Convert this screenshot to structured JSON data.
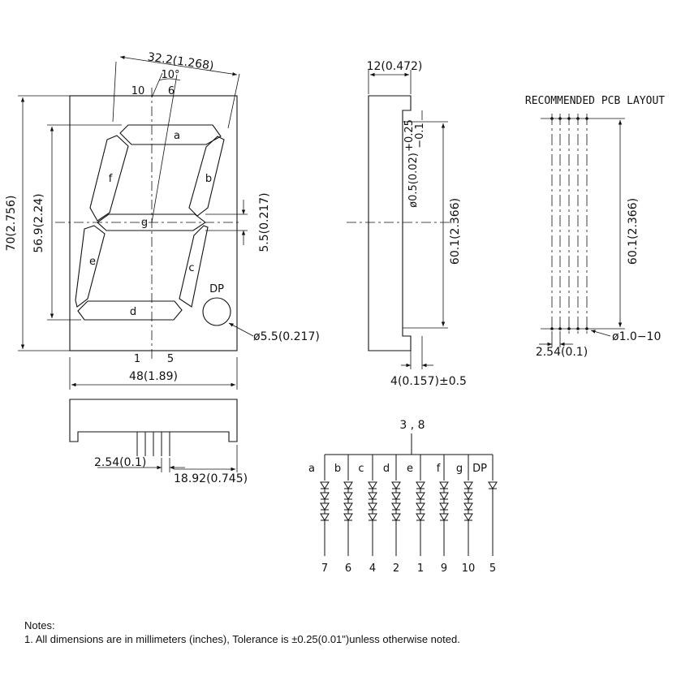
{
  "front_view": {
    "dim_width_top": "32.2(1.268)",
    "angle": "10°",
    "pin_top_left": "10",
    "pin_top_right": "6",
    "segments": {
      "a": "a",
      "b": "b",
      "c": "c",
      "d": "d",
      "e": "e",
      "f": "f",
      "g": "g",
      "dp": "DP"
    },
    "dim_height_total": "70(2.756)",
    "dim_height_digit": "56.9(2.24)",
    "dim_segment_width": "5.5(0.217)",
    "dim_dp_diameter": "ø5.5(0.217)",
    "pin_bottom_left": "1",
    "pin_bottom_right": "5",
    "dim_width_total": "48(1.89)"
  },
  "bottom_view": {
    "dim_pitch": "2.54(0.1)",
    "dim_pin_row": "18.92(0.745)"
  },
  "side_view": {
    "dim_thickness": "12(0.472)",
    "dim_pin_dia": "ø0.5(0.02)",
    "tol_plus": "+0.25",
    "tol_minus": "−0.1",
    "dim_row_span": "60.1(2.366)",
    "dim_pin_len": "4(0.157)±0.5"
  },
  "pcb_layout": {
    "title": "RECOMMENDED PCB LAYOUT",
    "dim_span": "60.1(2.366)",
    "dim_hole": "ø1.0−10",
    "dim_pitch": "2.54(0.1)"
  },
  "schematic": {
    "common_pins": "3 , 8",
    "segment_labels": [
      "a",
      "b",
      "c",
      "d",
      "e",
      "f",
      "g",
      "DP"
    ],
    "pin_numbers": [
      "7",
      "6",
      "4",
      "2",
      "1",
      "9",
      "10",
      "5"
    ]
  },
  "notes": {
    "heading": "Notes:",
    "line1": "1. All dimensions are in millimeters (inches), Tolerance is ±0.25(0.01\")unless otherwise noted."
  }
}
